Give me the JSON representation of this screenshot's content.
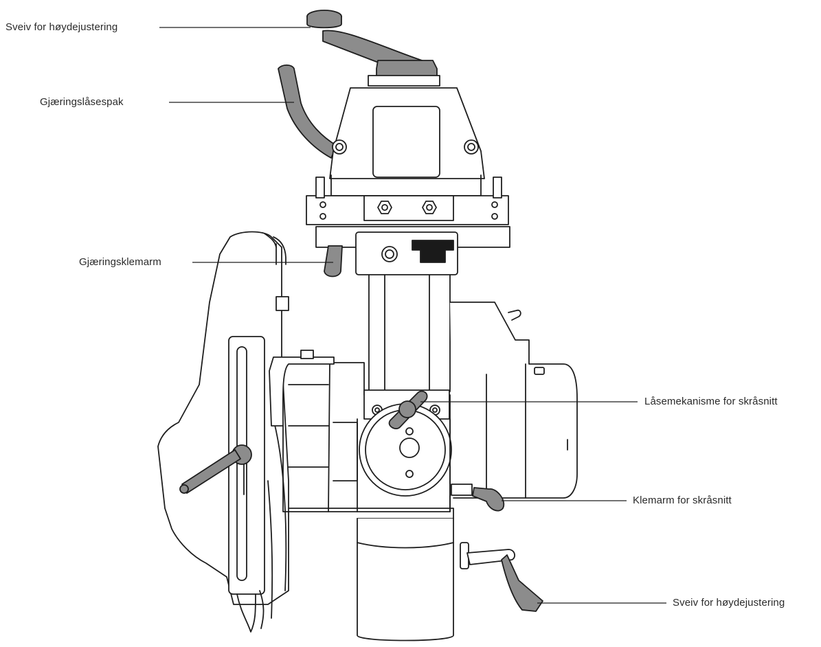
{
  "labels": {
    "crank_top": "Sveiv for høydejustering",
    "miter_lock_lever": "Gjæringslåsespak",
    "miter_clamp_arm": "Gjæringsklemarm",
    "bevel_lock": "Låsemekanisme for skråsnitt",
    "bevel_clamp_arm": "Klemarm for skråsnitt",
    "crank_bottom": "Sveiv for høydejustering"
  },
  "colors": {
    "line": "#1e1e1e",
    "handle_grey": "#8c8c8c",
    "block_black": "#1a1a1a",
    "background": "#ffffff"
  }
}
